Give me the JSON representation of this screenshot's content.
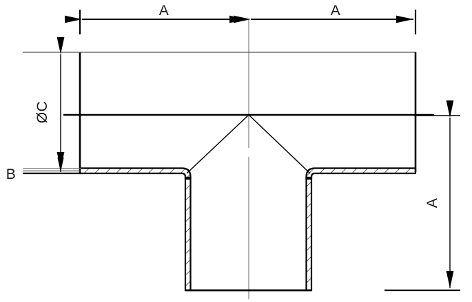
{
  "drawing": {
    "type": "engineering-section-drawing",
    "subject": "equal tee pipe fitting cross-section",
    "background_color": "#ffffff",
    "line_color": "#000000",
    "centerline_color": "#808080",
    "dimensions": {
      "top_left": {
        "label": "A",
        "name": "run-length-left",
        "orientation": "horizontal"
      },
      "top_right": {
        "label": "A",
        "name": "run-length-right",
        "orientation": "horizontal"
      },
      "left_vertical": {
        "label": "ØC",
        "label_symbol": "Ø",
        "label_letter": "C",
        "name": "outside-diameter",
        "orientation": "vertical"
      },
      "wall_thickness": {
        "label": "B",
        "name": "wall-thickness",
        "orientation": "leader"
      },
      "right_vertical": {
        "label": "A",
        "name": "branch-length",
        "orientation": "vertical"
      }
    },
    "features": [
      {
        "name": "horizontal-run-body",
        "kind": "outline"
      },
      {
        "name": "vertical-branch-body",
        "kind": "outline"
      },
      {
        "name": "crotch-vee",
        "kind": "intersection-weld-line"
      },
      {
        "name": "section-hatching",
        "kind": "hatch"
      },
      {
        "name": "horizontal-centerline",
        "kind": "centerline"
      },
      {
        "name": "vertical-centerline",
        "kind": "centerline"
      }
    ]
  }
}
